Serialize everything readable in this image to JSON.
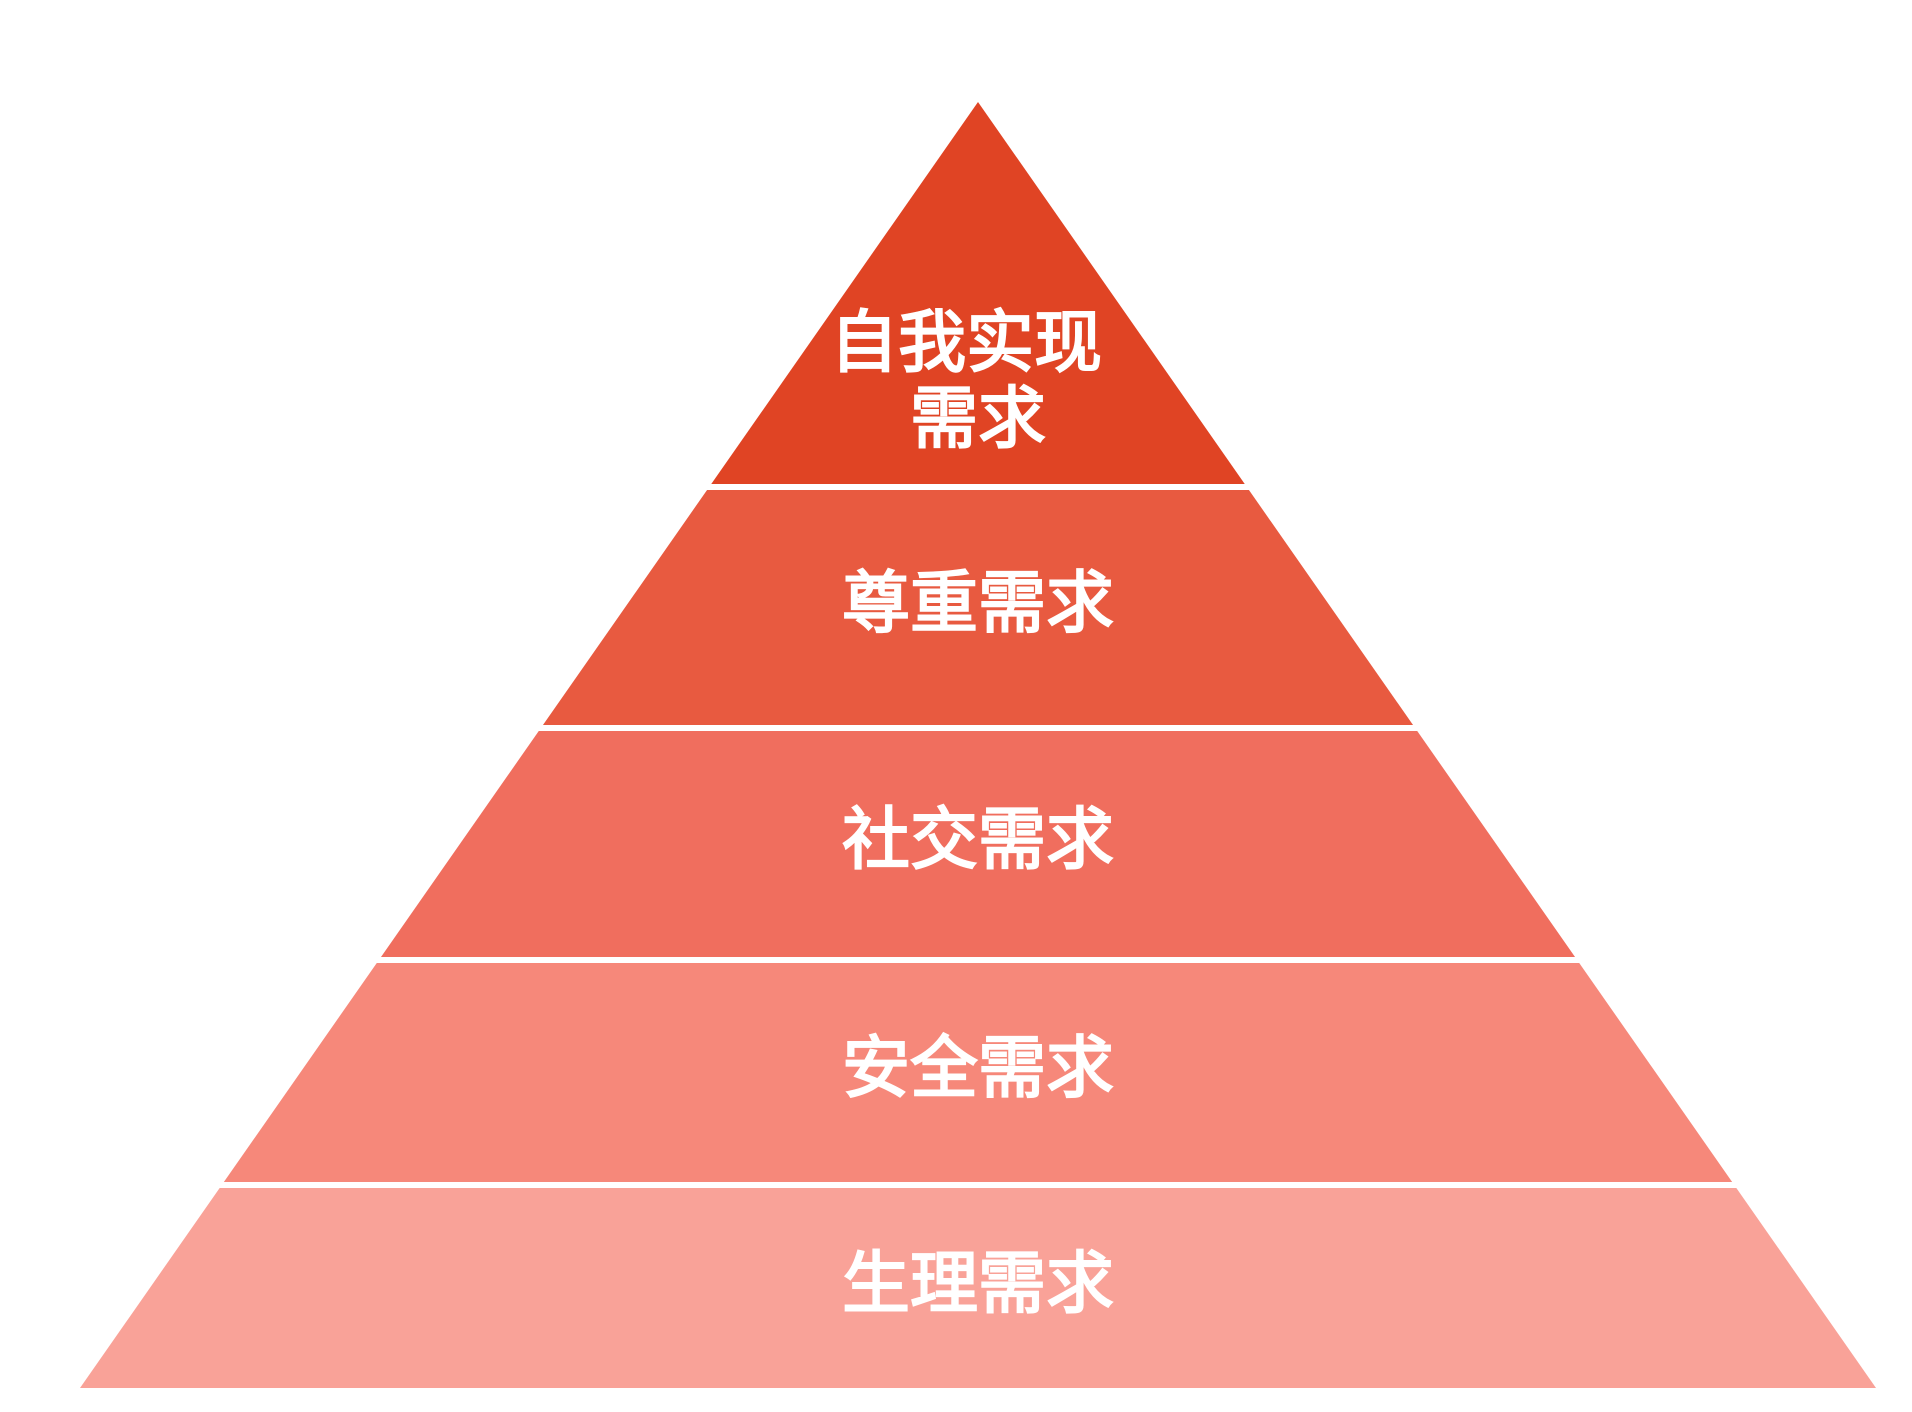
{
  "pyramid": {
    "levels": [
      {
        "lines": [
          "自我实现",
          "需求"
        ],
        "color": "#E04424"
      },
      {
        "lines": [
          "尊重需求"
        ],
        "color": "#E85A40"
      },
      {
        "lines": [
          "社交需求"
        ],
        "color": "#F06E5E"
      },
      {
        "lines": [
          "安全需求"
        ],
        "color": "#F6887A"
      },
      {
        "lines": [
          "生理需求"
        ],
        "color": "#F9A298"
      }
    ]
  }
}
